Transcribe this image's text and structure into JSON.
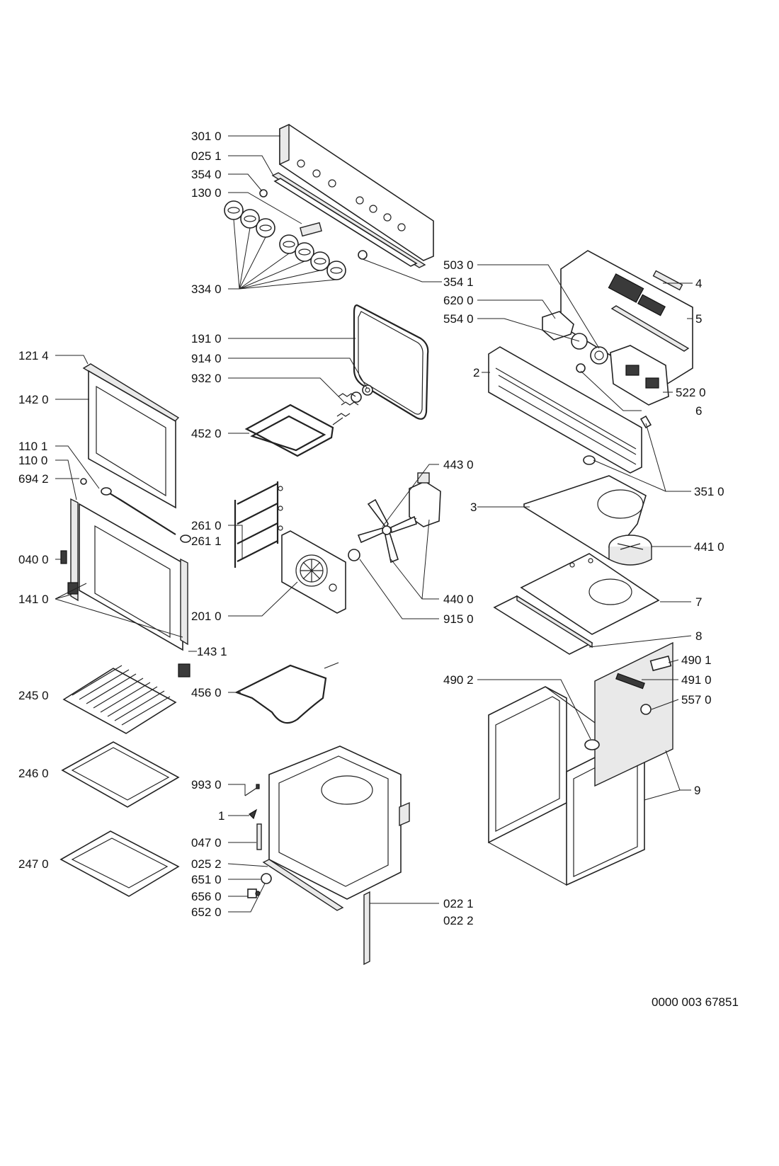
{
  "document": {
    "reference": "0000 003 67851"
  },
  "labels": {
    "l3010": "301 0",
    "l0251": "025 1",
    "l3540": "354 0",
    "l1300": "130 0",
    "l3340": "334 0",
    "l3541": "354 1",
    "l1910": "191 0",
    "l9140": "914 0",
    "l9320": "932 0",
    "l4520": "452 0",
    "l1214": "121 4",
    "l1420": "142 0",
    "l1101": "110 1",
    "l1100": "110 0",
    "l6942": "694 2",
    "l0400": "040 0",
    "l1410": "141 0",
    "l1431": "143 1",
    "l2610": "261 0",
    "l2611": "261 1",
    "l2010": "201 0",
    "l4560": "456 0",
    "l4430": "443 0",
    "l4400": "440 0",
    "l9150": "915 0",
    "l5030": "503 0",
    "l6200": "620 0",
    "l5540": "554 0",
    "l5220": "522 0",
    "l3510": "351 0",
    "l4410": "441 0",
    "l4": "4",
    "l5": "5",
    "l2": "2",
    "l6": "6",
    "l3": "3",
    "l7": "7",
    "l8": "8",
    "l9": "9",
    "l4901": "490 1",
    "l4910": "491 0",
    "l4902": "490 2",
    "l5570": "557 0",
    "l2450": "245 0",
    "l2460": "246 0",
    "l2470": "247 0",
    "l9930": "993 0",
    "l1": "1",
    "l0470": "047 0",
    "l0252": "025 2",
    "l6510": "651 0",
    "l6560": "656 0",
    "l6520": "652 0",
    "l0221": "022 1",
    "l0222": "022 2"
  }
}
